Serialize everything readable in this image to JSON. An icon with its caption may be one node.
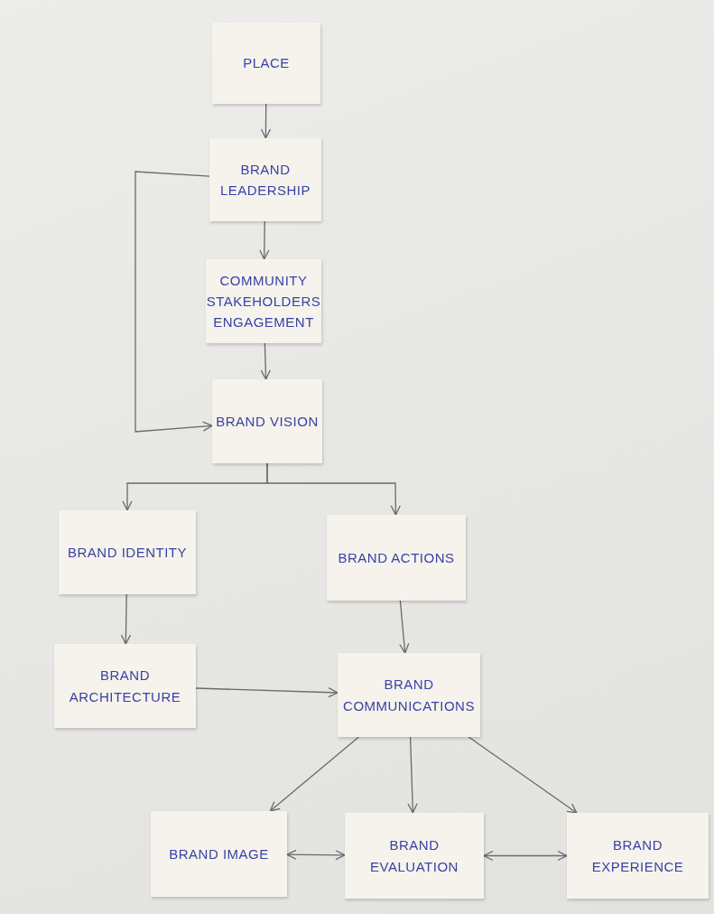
{
  "diagram": {
    "nodes": [
      {
        "text": [
          "PLACE"
        ]
      },
      {
        "text": [
          "BRAND LEADERSHIP"
        ]
      },
      {
        "text": [
          "COMMUNITY STAKEHOLDERS ENGAGEMENT"
        ]
      },
      {
        "text": [
          "BRAND VISION"
        ]
      },
      {
        "text": [
          "BRAND IDENTITY"
        ]
      },
      {
        "text": [
          "BRAND ACTIONS"
        ]
      },
      {
        "text": [
          "BRAND ARCHITECTURE"
        ]
      },
      {
        "text": [
          "BRAND COMMUNICATIONS"
        ]
      },
      {
        "text": [
          "BRAND IMAGE"
        ]
      },
      {
        "text": [
          "BRAND EVALUATION"
        ]
      },
      {
        "text": [
          "BRAND EXPERIENCE"
        ]
      }
    ],
    "edges": [
      {
        "from": 0,
        "to": 1,
        "arrow": "to"
      },
      {
        "from": 1,
        "to": 2,
        "arrow": "to"
      },
      {
        "from": 2,
        "to": 3,
        "arrow": "to"
      },
      {
        "from": 1,
        "to": 3,
        "arrow": "to"
      },
      {
        "from": 3,
        "to": 4,
        "arrow": "to"
      },
      {
        "from": 3,
        "to": 5,
        "arrow": "to"
      },
      {
        "from": 4,
        "to": 6,
        "arrow": "to"
      },
      {
        "from": 5,
        "to": 7,
        "arrow": "to"
      },
      {
        "from": 6,
        "to": 7,
        "arrow": "to"
      },
      {
        "from": 7,
        "to": 8,
        "arrow": "to"
      },
      {
        "from": 7,
        "to": 9,
        "arrow": "to"
      },
      {
        "from": 7,
        "to": 10,
        "arrow": "to"
      },
      {
        "from": 8,
        "to": 9,
        "arrow": "both"
      },
      {
        "from": 9,
        "to": 10,
        "arrow": "both"
      }
    ]
  }
}
